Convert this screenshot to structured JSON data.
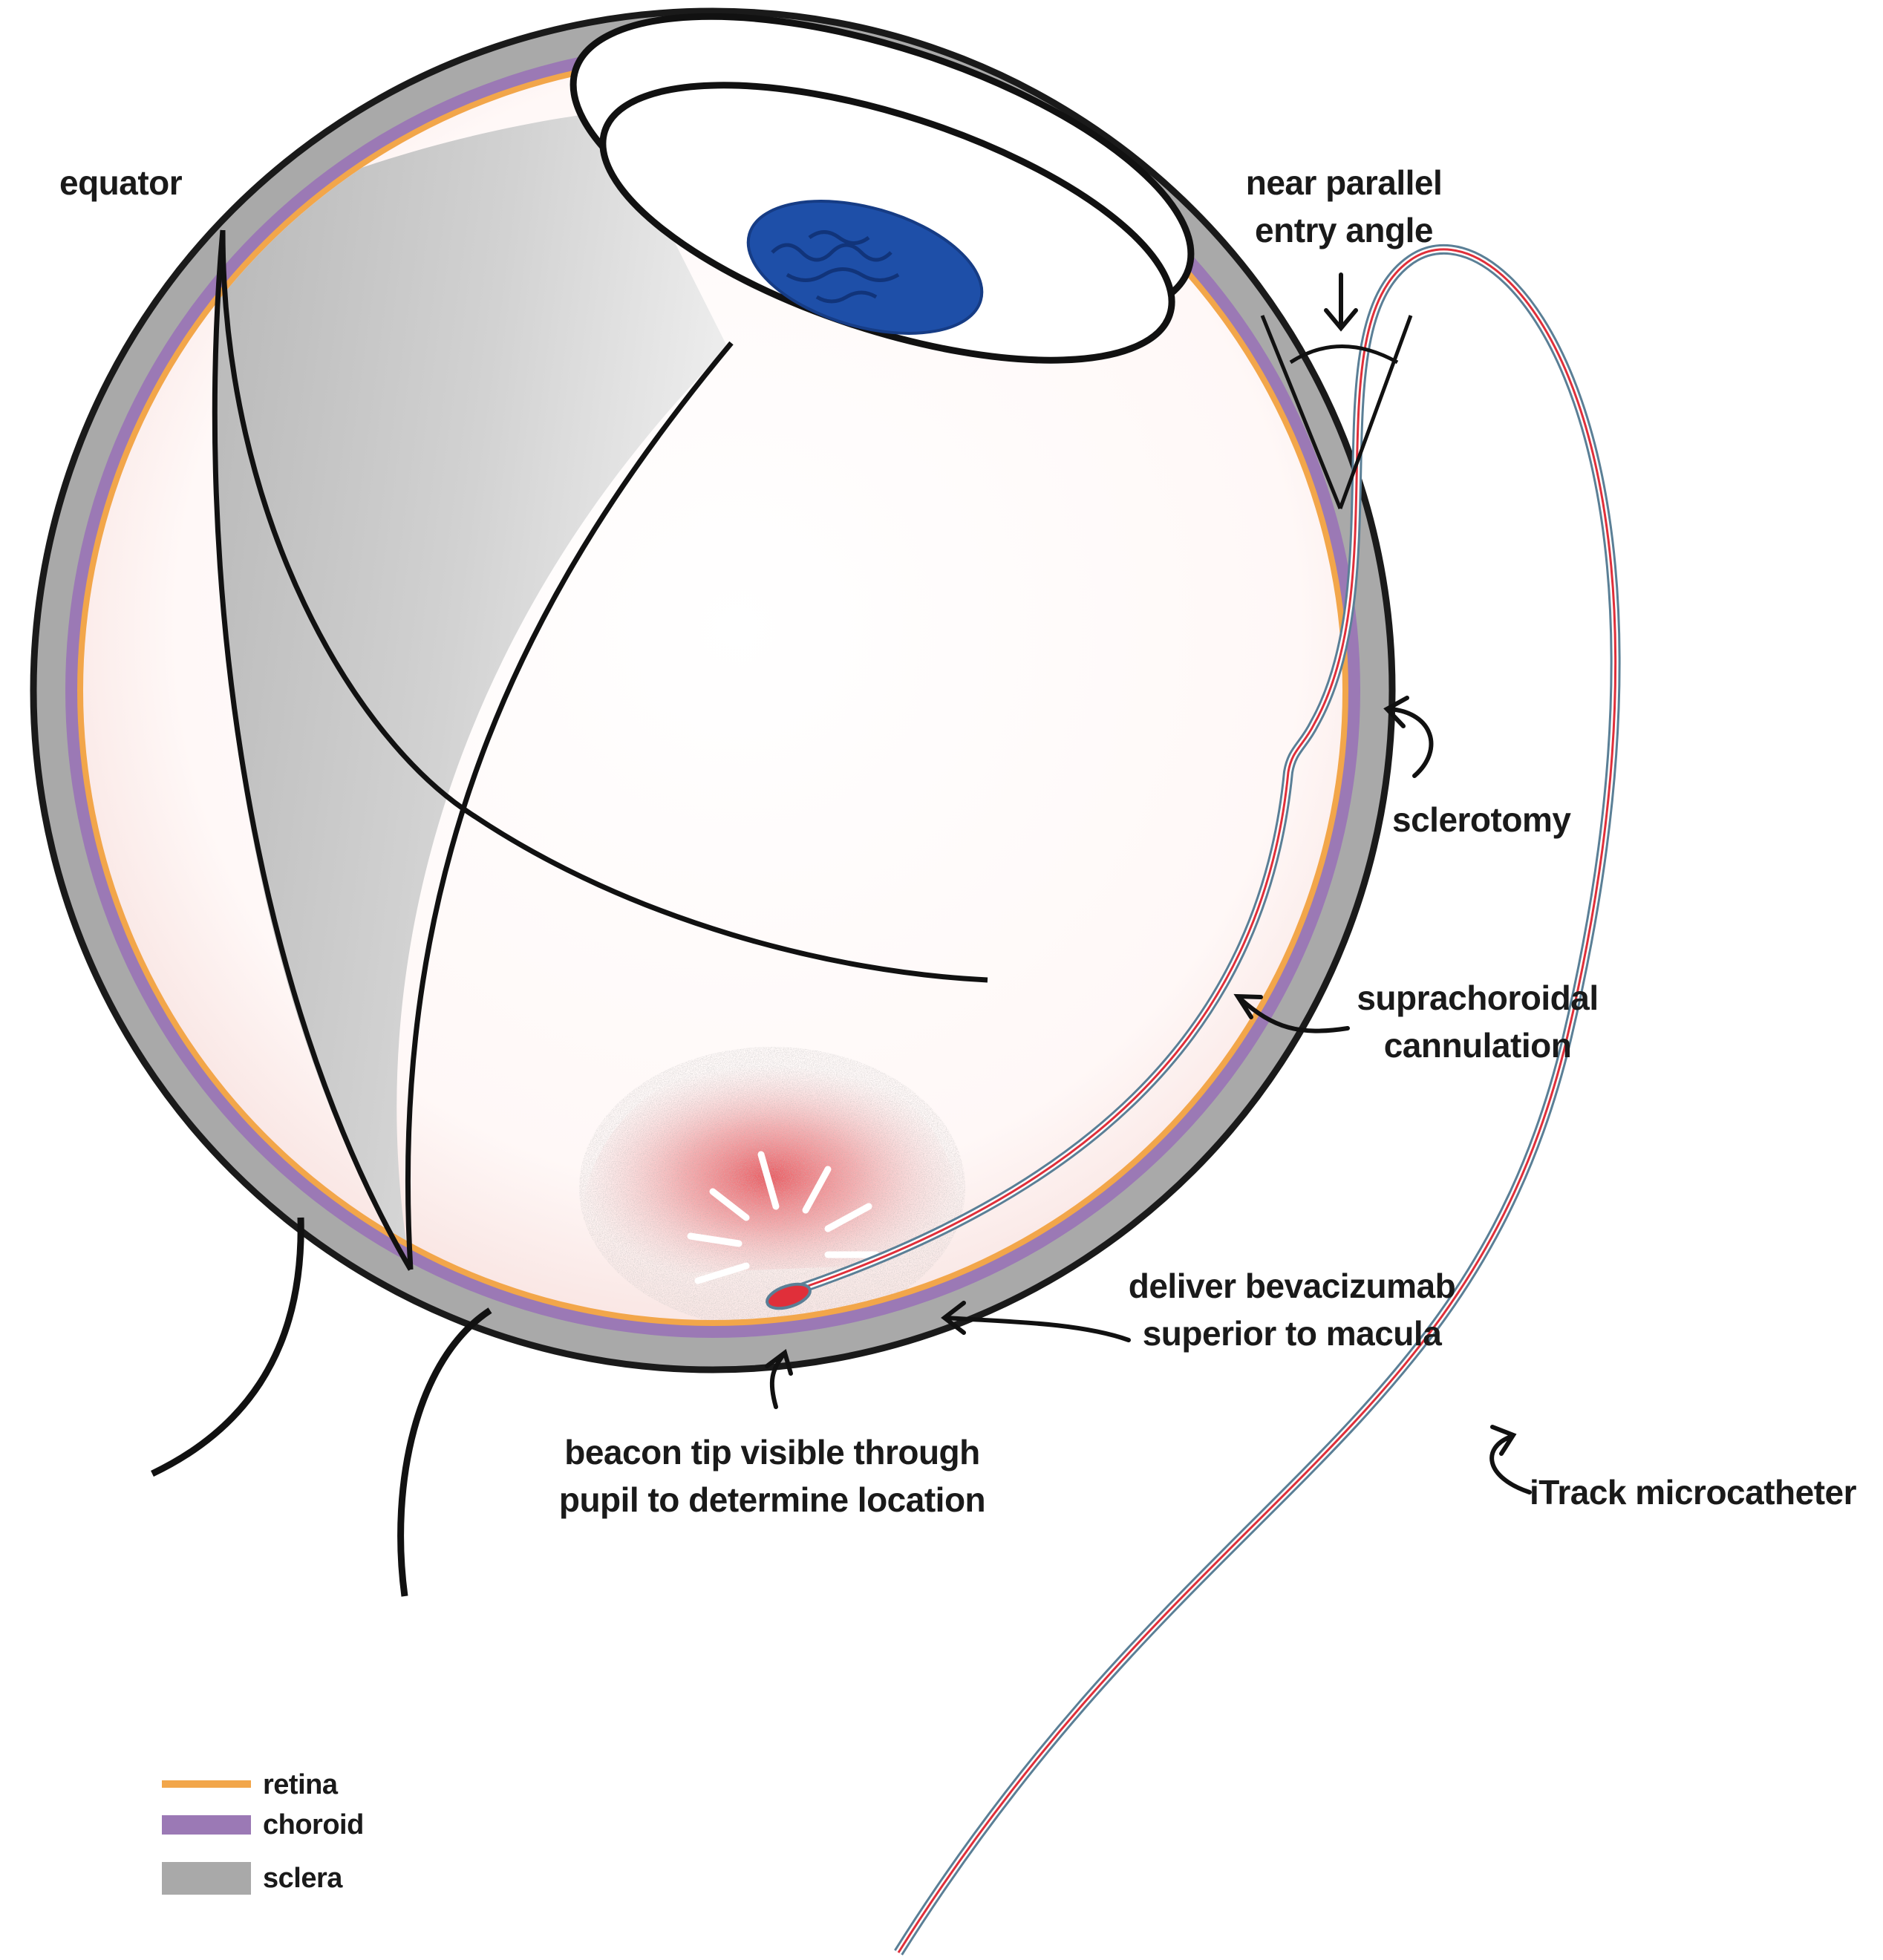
{
  "labels": {
    "equator": "equator",
    "entry_angle": [
      "near parallel",
      "entry angle"
    ],
    "sclerotomy": "sclerotomy",
    "cannulation": [
      "suprachoroidal",
      "cannulation"
    ],
    "deliver": [
      "deliver bevacizumab",
      "superior to macula"
    ],
    "beacon": [
      "beacon tip visible through",
      "pupil to determine location"
    ],
    "itrack": "iTrack microcatheter"
  },
  "legend": [
    {
      "label": "retina",
      "color": "#f2a64a"
    },
    {
      "label": "choroid",
      "color": "#9b79b5"
    },
    {
      "label": "sclera",
      "color": "#a9a9a9"
    }
  ],
  "colors": {
    "sclera": "#a9a9a9",
    "choroid": "#9b79b5",
    "retina": "#f2a64a",
    "pupil": "#1e4fa8",
    "beacon": "#e8333b",
    "catheter_outer": "#5a7f96",
    "catheter_core": "#e02f3a"
  }
}
